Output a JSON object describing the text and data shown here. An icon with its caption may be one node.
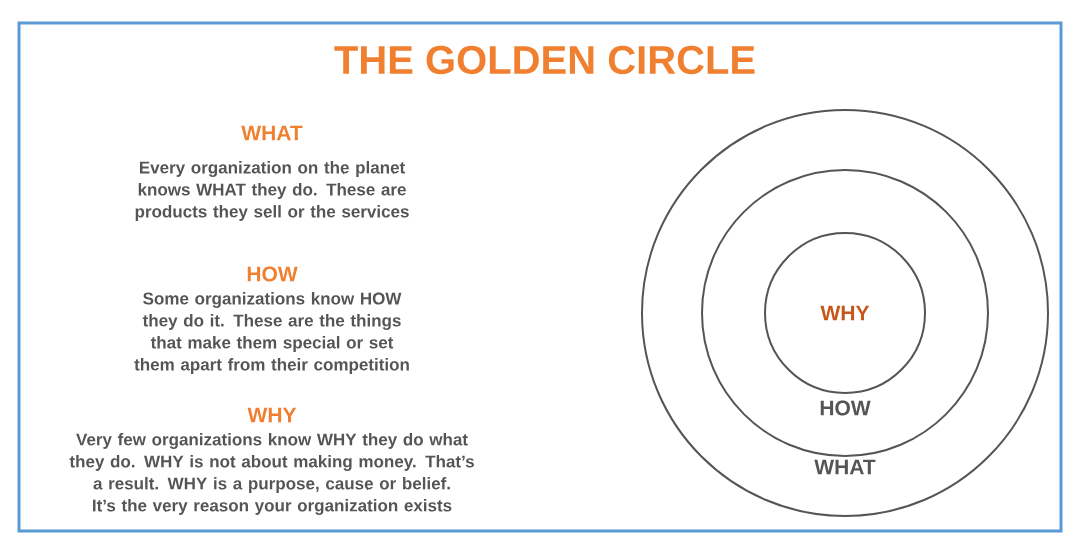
{
  "diagram": {
    "title": "THE GOLDEN CIRCLE",
    "nodes": [
      {
        "text": [
          "WHAT"
        ]
      },
      {
        "text": [
          "HOW"
        ],
        "in": 0
      },
      {
        "text": [
          "WHY"
        ],
        "in": 1
      }
    ],
    "labels": [
      "WHAT",
      "Every organization on the planet knows WHAT they do. These are products they sell or the services",
      "HOW",
      "Some organizations know HOW they do it. These are the things that make them special or set them apart from their competition",
      "WHY",
      "Very few organizations know WHY they do what they do. WHY is not about making money. That’s a result. WHY is a purpose, cause or belief. It’s the very reason your organization exists"
    ]
  }
}
